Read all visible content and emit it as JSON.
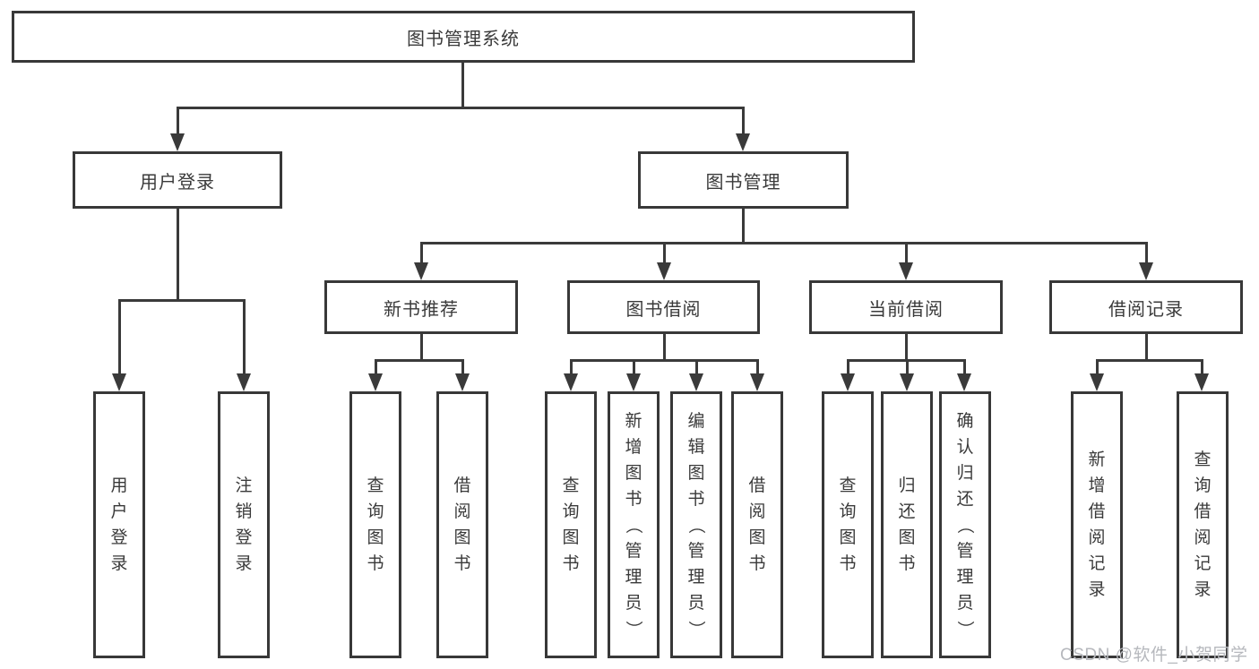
{
  "diagram": {
    "title": "图书管理系统",
    "type": "function-structure-tree",
    "colors": {
      "background": "#ffffff",
      "line": "#3a3a3a",
      "box_border": "#383838",
      "text": "#3a3a3a",
      "watermark": "#b6b8bd"
    },
    "nodes": {
      "root": {
        "label": "图书管理系统"
      },
      "user_login": {
        "label": "用户登录"
      },
      "book_management": {
        "label": "图书管理"
      },
      "new_book_recommend": {
        "label": "新书推荐"
      },
      "book_borrow": {
        "label": "图书借阅"
      },
      "current_borrow": {
        "label": "当前借阅"
      },
      "borrow_record": {
        "label": "借阅记录"
      },
      "ul_user_login": {
        "label": "用户登录"
      },
      "ul_logout": {
        "label": "注销登录"
      },
      "nb_query_book": {
        "label": "查询图书"
      },
      "nb_borrow_book": {
        "label": "借阅图书"
      },
      "bb_query_book": {
        "label": "查询图书"
      },
      "bb_add_book": {
        "label": "新增图书（管理员）"
      },
      "bb_edit_book": {
        "label": "编辑图书（管理员）"
      },
      "bb_borrow_book": {
        "label": "借阅图书"
      },
      "cb_query_book": {
        "label": "查询图书"
      },
      "cb_return_book": {
        "label": "归还图书"
      },
      "cb_confirm_return": {
        "label": "确认归还（管理员）"
      },
      "br_add_record": {
        "label": "新增借阅记录"
      },
      "br_query_record": {
        "label": "查询借阅记录"
      }
    },
    "hierarchy": {
      "图书管理系统": {
        "用户登录": [
          "用户登录",
          "注销登录"
        ],
        "图书管理": {
          "新书推荐": [
            "查询图书",
            "借阅图书"
          ],
          "图书借阅": [
            "查询图书",
            "新增图书（管理员）",
            "编辑图书（管理员）",
            "借阅图书"
          ],
          "当前借阅": [
            "查询图书",
            "归还图书",
            "确认归还（管理员）"
          ],
          "借阅记录": [
            "新增借阅记录",
            "查询借阅记录"
          ]
        }
      }
    },
    "watermark": "CSDN @软件_小贺同学"
  }
}
